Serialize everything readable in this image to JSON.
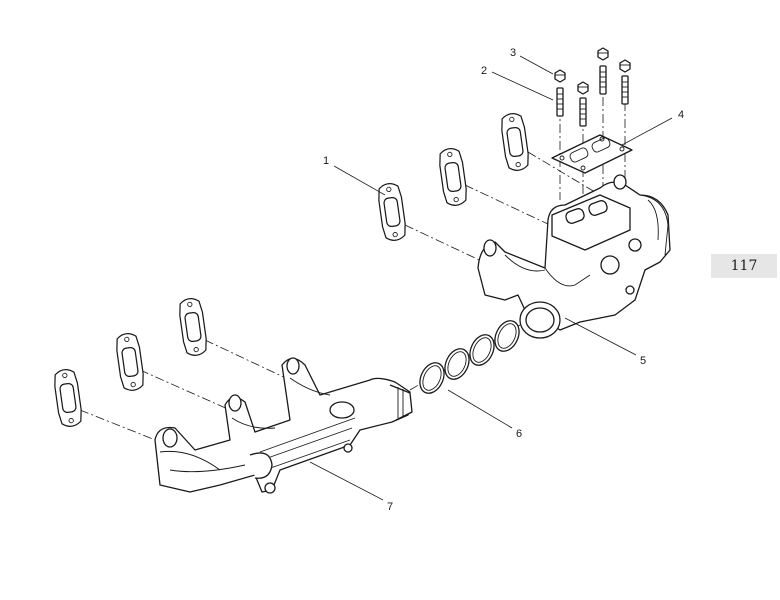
{
  "page": {
    "number": "117"
  },
  "callouts": [
    {
      "id": "1",
      "label": "1"
    },
    {
      "id": "2",
      "label": "2"
    },
    {
      "id": "3",
      "label": "3"
    },
    {
      "id": "4",
      "label": "4"
    },
    {
      "id": "5",
      "label": "5"
    },
    {
      "id": "6",
      "label": "6"
    },
    {
      "id": "7",
      "label": "7"
    }
  ],
  "colors": {
    "line": "#1a1a1a",
    "tab_background": "#e6e6e6"
  }
}
